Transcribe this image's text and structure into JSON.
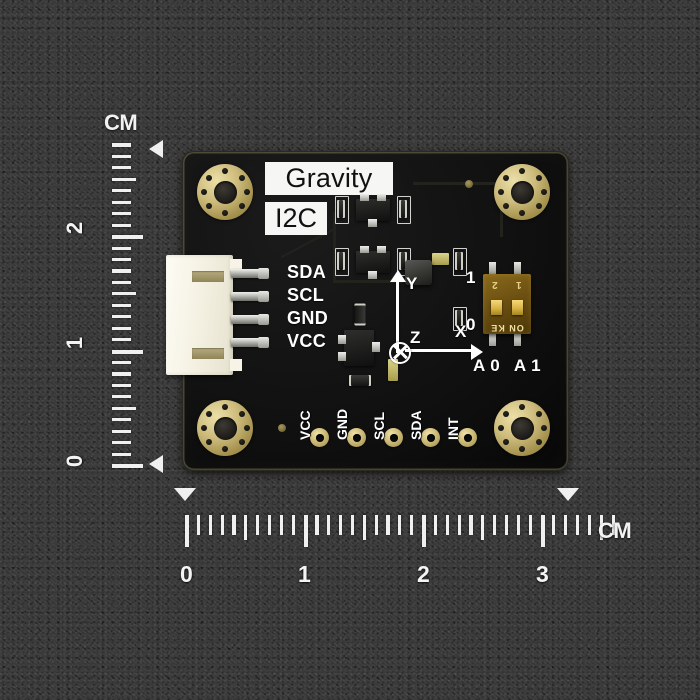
{
  "scene": {
    "description": "Product photo of a Gravity I2C sensor breakout board on a dark textured surface with measuring rulers",
    "background_color": "#3a3a3a",
    "pcb_color": "#111111",
    "gold_color": "#cdbb7c",
    "silk_color": "#ffffff"
  },
  "ruler_vertical": {
    "unit_label": "CM",
    "numbers": [
      "2",
      "1",
      "0"
    ],
    "marker_icon": "left-triangle",
    "major_ticks": 3,
    "minor_per_major": 10
  },
  "ruler_horizontal": {
    "unit_label": "CM",
    "numbers": [
      "0",
      "1",
      "2",
      "3"
    ],
    "marker_icon": "down-triangle",
    "major_ticks": 4,
    "minor_per_major": 10
  },
  "board": {
    "silkscreen": {
      "brand": "Gravity",
      "interface": "I2C"
    },
    "connector": {
      "type": "4-pin JST",
      "pins": [
        "SDA",
        "SCL",
        "GND",
        "VCC"
      ]
    },
    "header": {
      "pins": [
        "VCC",
        "GND",
        "SCL",
        "SDA",
        "INT"
      ]
    },
    "axis_indicator": {
      "x": "X",
      "y": "Y",
      "z": "Z"
    },
    "dip_switch": {
      "top_label": "1",
      "bottom_label": "0",
      "body_text": "ON KE",
      "switch_numbers": [
        "2",
        "1"
      ],
      "address_label": "A0 A1"
    }
  }
}
